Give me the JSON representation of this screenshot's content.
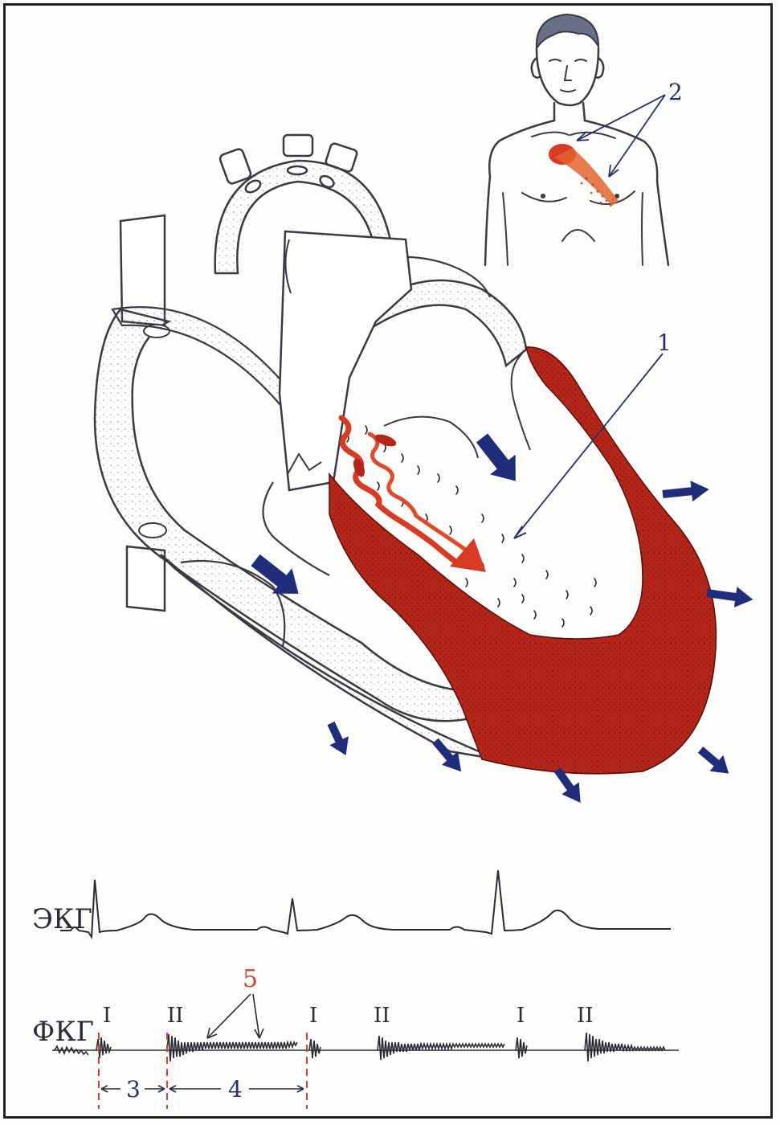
{
  "labels": {
    "label_1": "1",
    "label_2": "2",
    "label_3": "3",
    "label_4": "4",
    "label_5": "5"
  },
  "ecg": {
    "label": "ЭКГ"
  },
  "pcg": {
    "label": "ФКГ",
    "tones": [
      "I",
      "II",
      "I",
      "II",
      "I",
      "II"
    ]
  },
  "colors": {
    "myocardium": "#b5261a",
    "arrow_blue": "#1f2d7a",
    "outline": "#3a3a44",
    "marker_red": "#d2452b"
  }
}
